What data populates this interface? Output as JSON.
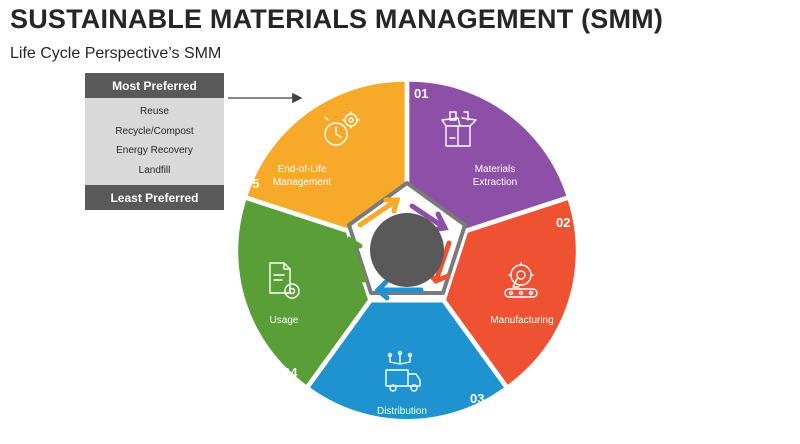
{
  "header": {
    "title": "SUSTAINABLE MATERIALS MANAGEMENT (SMM)",
    "subtitle": "Life Cycle Perspective’s SMM"
  },
  "preference_box": {
    "top_label": "Most Preferred",
    "items": [
      "Reuse",
      "Recycle/Compost",
      "Energy Recovery",
      "Landfill"
    ],
    "bottom_label": "Least Preferred"
  },
  "segments": [
    {
      "number": "01",
      "label_lines": [
        "Materials",
        "Extraction"
      ],
      "color": "#8e4fa6",
      "icon": "open-box-icon"
    },
    {
      "number": "02",
      "label_lines": [
        "Manufacturing"
      ],
      "color": "#ee5233",
      "icon": "factory-robot-icon"
    },
    {
      "number": "03",
      "label_lines": [
        "Distribution"
      ],
      "color": "#1e93cf",
      "icon": "delivery-truck-icon"
    },
    {
      "number": "04",
      "label_lines": [
        "Usage"
      ],
      "color": "#5a9e38",
      "icon": "document-gear-icon"
    },
    {
      "number": "05",
      "label_lines": [
        "End-of-Life",
        "Management"
      ],
      "color": "#f7a929",
      "icon": "clock-gear-icon"
    }
  ],
  "center": {
    "arrow_colors": [
      "#8e4fa6",
      "#ee5233",
      "#1e93cf",
      "#5a9e38",
      "#f7a929"
    ],
    "circle_color": "#595959"
  }
}
